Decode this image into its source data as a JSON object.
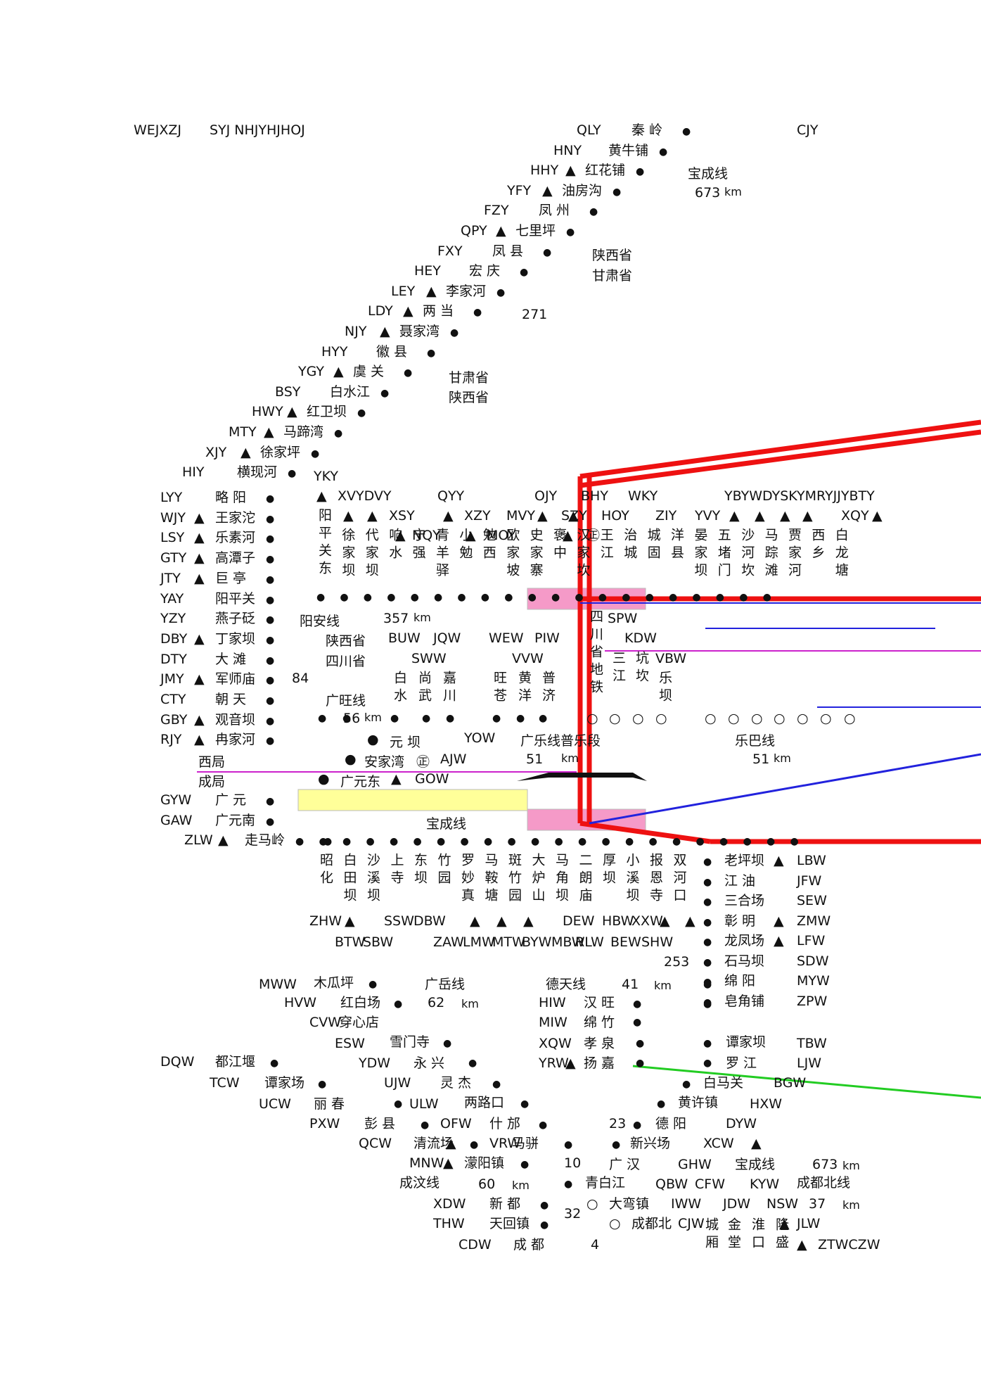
{
  "header": {
    "left_code": "WEJXZJ",
    "left_text": "SYJ NHJYHJHOJ",
    "right_code": "CJY"
  },
  "top_stations": [
    {
      "code": "QLY",
      "name": "秦  岭",
      "mark": "●"
    },
    {
      "code": "HNY",
      "name": "黄牛铺",
      "mark": "●"
    },
    {
      "code": "HHY",
      "name": "红花铺",
      "mark": "●",
      "tri": "▲"
    },
    {
      "code": "YFY",
      "name": "油房沟",
      "mark": "●",
      "tri": "▲"
    },
    {
      "code": "FZY",
      "name": "凤  州",
      "mark": "●"
    },
    {
      "code": "QPY",
      "name": "七里坪",
      "mark": "●",
      "tri": "▲"
    },
    {
      "code": "FXY",
      "name": "凤  县",
      "mark": "●"
    },
    {
      "code": "HEY",
      "name": "宏  庆",
      "mark": "●"
    },
    {
      "code": "LEY",
      "name": "李家河",
      "mark": "●",
      "tri": "▲"
    },
    {
      "code": "LDY",
      "name": "两  当",
      "mark": "●",
      "tri": "▲"
    },
    {
      "code": "NJY",
      "name": "聂家湾",
      "mark": "●",
      "tri": "▲"
    },
    {
      "code": "HYY",
      "name": "徽  县",
      "mark": "●"
    },
    {
      "code": "YGY",
      "name": "虞  关",
      "mark": "●",
      "tri": "▲"
    },
    {
      "code": "BSY",
      "name": "白水江",
      "mark": "●"
    },
    {
      "code": "HWY",
      "name": "红卫坝",
      "mark": "●",
      "tri": "▲"
    },
    {
      "code": "MTY",
      "name": "马蹄湾",
      "mark": "●",
      "tri": "▲"
    },
    {
      "code": "XJY",
      "name": "徐家坪",
      "mark": "●",
      "tri": "▲"
    },
    {
      "code": "HIY",
      "name": "横现河",
      "mark": "●"
    }
  ],
  "top_notes": {
    "line_name": "宝成线",
    "line_km": "673",
    "km": "km",
    "prov_a": "陕西省",
    "prov_b": "甘肃省",
    "num_271": "271",
    "prov_c": "甘肃省",
    "prov_d": "陕西省",
    "yky": "YKY"
  },
  "left_column": [
    {
      "code": "LYY",
      "name": "略  阳",
      "tri": ""
    },
    {
      "code": "WJY",
      "name": "王家沱",
      "tri": "▲"
    },
    {
      "code": "LSY",
      "name": "乐素河",
      "tri": "▲"
    },
    {
      "code": "GTY",
      "name": "高潭子",
      "tri": "▲"
    },
    {
      "code": "JTY",
      "name": "巨  亭",
      "tri": "▲"
    },
    {
      "code": "YAY",
      "name": "阳平关",
      "tri": ""
    },
    {
      "code": "YZY",
      "name": "燕子砭",
      "tri": ""
    },
    {
      "code": "DBY",
      "name": "丁家坝",
      "tri": "▲"
    },
    {
      "code": "DTY",
      "name": "大  滩",
      "tri": ""
    },
    {
      "code": "JMY",
      "name": "军师庙",
      "tri": "▲"
    },
    {
      "code": "CTY",
      "name": "朝  天",
      "tri": ""
    },
    {
      "code": "GBY",
      "name": "观音坝",
      "tri": "▲"
    },
    {
      "code": "RJY",
      "name": "冉家河",
      "tri": "▲"
    },
    {
      "code": "GYW",
      "name": "广  元",
      "tri": ""
    },
    {
      "code": "GAW",
      "name": "广元南",
      "tri": ""
    },
    {
      "code": "ZLW",
      "name": "走马岭",
      "tri": "▲"
    }
  ],
  "yangan": {
    "codes_row": [
      "XVYDVY",
      "QYY",
      "OJY",
      "BHY",
      "WKY",
      "YBYWDYSKYMRYJJYBTY"
    ],
    "codes_row2": [
      "XSY",
      "XZY",
      "MVY",
      "SZY",
      "HOY",
      "ZIY",
      "YVY",
      "XQY"
    ],
    "names": [
      "阳平关东",
      "徐家坝",
      "代家坝",
      "响水",
      "宁强",
      "青羊驿",
      "小勉",
      "勉西",
      "欧家坡",
      "史家寨",
      "褒中",
      "汉家坎",
      "王江",
      "治城",
      "城固",
      "洋县",
      "晏家坝",
      "五堵门",
      "沙河坎",
      "马踪滩",
      "贾家河",
      "西乡",
      "白龙塘"
    ],
    "nqy": "NQY",
    "moy": "MOY",
    "ck": "㊣"
  },
  "mid_notes": {
    "yangan": "阳安线",
    "km357": "357",
    "km": "km",
    "shaanxi": "陕西省",
    "sichuan": "四川省",
    "buw": "BUW",
    "jqw": "JQW",
    "wew": "WEW",
    "piw": "PIW",
    "kdw": "KDW",
    "sww": "SWW",
    "vvw": "VVW",
    "spw": "SPW",
    "vbw": "VBW",
    "sichuan_rail": "四川省地铁",
    "sanjiang": "三江",
    "kengkan": "坑坎",
    "lepa": "乐坝",
    "bai": "白水",
    "shangwu": "尚武",
    "jiachuan": "嘉川",
    "wangcang": "旺苍",
    "huangyang": "黄洋",
    "puji": "普济",
    "guangwang": "广旺线",
    "km56": "56",
    "n84": "84",
    "yuanba": "元  坝",
    "yow": "YOW",
    "guangle": "广乐线普乐段",
    "leba": "乐巴线",
    "anjiawan": "安家湾",
    "ajw": "AJW",
    "km51a": "51",
    "km51b": "51",
    "xiju": "西局",
    "chengju": "成局",
    "guangyuandong": "广元东",
    "gow": "GOW",
    "baocheng": "宝成线"
  },
  "lower_names": [
    "昭化",
    "白田坝",
    "沙溪坝",
    "上寺",
    "东坝",
    "竹园",
    "罗妙真",
    "马鞍塘",
    "斑竹园",
    "大炉山",
    "马角坝",
    "二朗庙",
    "厚坝",
    "小溪坝",
    "报恩寺",
    "双河口"
  ],
  "lower_codes": [
    "ZHW",
    "SSW",
    "DBW",
    "DEW",
    "HBW",
    "XXW",
    "BTW",
    "SBW",
    "ZAW",
    "LMW",
    "MTW",
    "BYW",
    "MBW",
    "RLW",
    "BEW",
    "SHW"
  ],
  "right_column": [
    {
      "name": "老坪坝",
      "tri": "▲",
      "code": "LBW"
    },
    {
      "name": "江  油",
      "tri": "",
      "code": "JFW"
    },
    {
      "name": "三合场",
      "tri": "",
      "code": "SEW"
    },
    {
      "name": "彰  明",
      "tri": "▲",
      "code": "ZMW"
    },
    {
      "name": "龙凤场",
      "tri": "▲",
      "code": "LFW"
    },
    {
      "name": "石马坝",
      "tri": "",
      "code": "SDW"
    },
    {
      "name": "绵  阳",
      "tri": "",
      "code": "MYW"
    },
    {
      "name": "皂角铺",
      "tri": "",
      "code": "ZPW"
    }
  ],
  "bottom": {
    "n253": "253",
    "mww": "MWW",
    "mugua": "木瓜坪",
    "guangyue": "广岳线",
    "detian": "德天线",
    "n41": "41",
    "km": "km",
    "hvw": "HVW",
    "hongbai": "红白场",
    "n62": "62",
    "hiw": "HIW",
    "hanwang": "汉  旺",
    "cvw": "CVW",
    "chuanxin": "穿心店",
    "miw": "MIW",
    "mianzhu": "绵  竹",
    "esw": "ESW",
    "xuemen": "雪门寺",
    "xqw": "XQW",
    "xiaoquan": "孝  泉",
    "dqw": "DQW",
    "dujiang": "都江堰",
    "ydw": "YDW",
    "yongxing": "永  兴",
    "yrw": "YRW",
    "yangjia": "扬  嘉",
    "tcw": "TCW",
    "tanjia": "谭家场",
    "ujw": "UJW",
    "lingjie": "灵  杰",
    "ucw": "UCW",
    "lichun": "丽  春",
    "ulw": "ULW",
    "lianglu": "两路口",
    "pxw": "PXW",
    "pengxian": "彭  县",
    "ofw": "OFW",
    "shifang": "什  邡",
    "qcw": "QCW",
    "qingliu": "清流场",
    "vrw": "VRW",
    "maxi": "马骈",
    "mnw": "MNW",
    "mengyang": "濛阳镇",
    "n10": "10",
    "guanghan": "广  汉",
    "chengwen": "成汶线",
    "n60": "60",
    "qingbai": "青白江",
    "xdw": "XDW",
    "xindu": "新  都",
    "n32": "32",
    "dawan": "大弯镇",
    "thw": "THW",
    "tianhui": "天回镇",
    "chengdubei": "成都北",
    "cjw": "CJW",
    "cdw": "CDW",
    "chengdu": "成  都",
    "n4": "4",
    "tbw": "TBW",
    "tanjiaba": "谭家坝",
    "ljw": "LJW",
    "luojiang": "罗  江",
    "bgw": "BGW",
    "baimaguan": "白马关",
    "hxw": "HXW",
    "huangxu": "黄许镇",
    "dyw": "DYW",
    "deyang": "德  阳",
    "n23": "23",
    "xcw": "XCW",
    "xinxing": "新兴场",
    "ghw": "GHW",
    "baocheng": "宝成线",
    "n673": "673",
    "qbw": "QBW",
    "cfw": "CFW",
    "kyw": "KYW",
    "chengdubeixian": "成都北线",
    "iww": "IWW",
    "jdw": "JDW",
    "nsw": "NSW",
    "n37": "37",
    "jlw": "JLW",
    "ztw": "ZTWCZW",
    "chengxiang": "城厢",
    "jintang": "金堂",
    "huaikou": "淮口",
    "longsheng": "隆盛"
  },
  "colors": {
    "red": "#ee1111",
    "blue": "#2222dd",
    "magenta": "#cc22cc",
    "pink": "#f59ac8",
    "yellow": "#ffff99",
    "green": "#22cc22"
  }
}
